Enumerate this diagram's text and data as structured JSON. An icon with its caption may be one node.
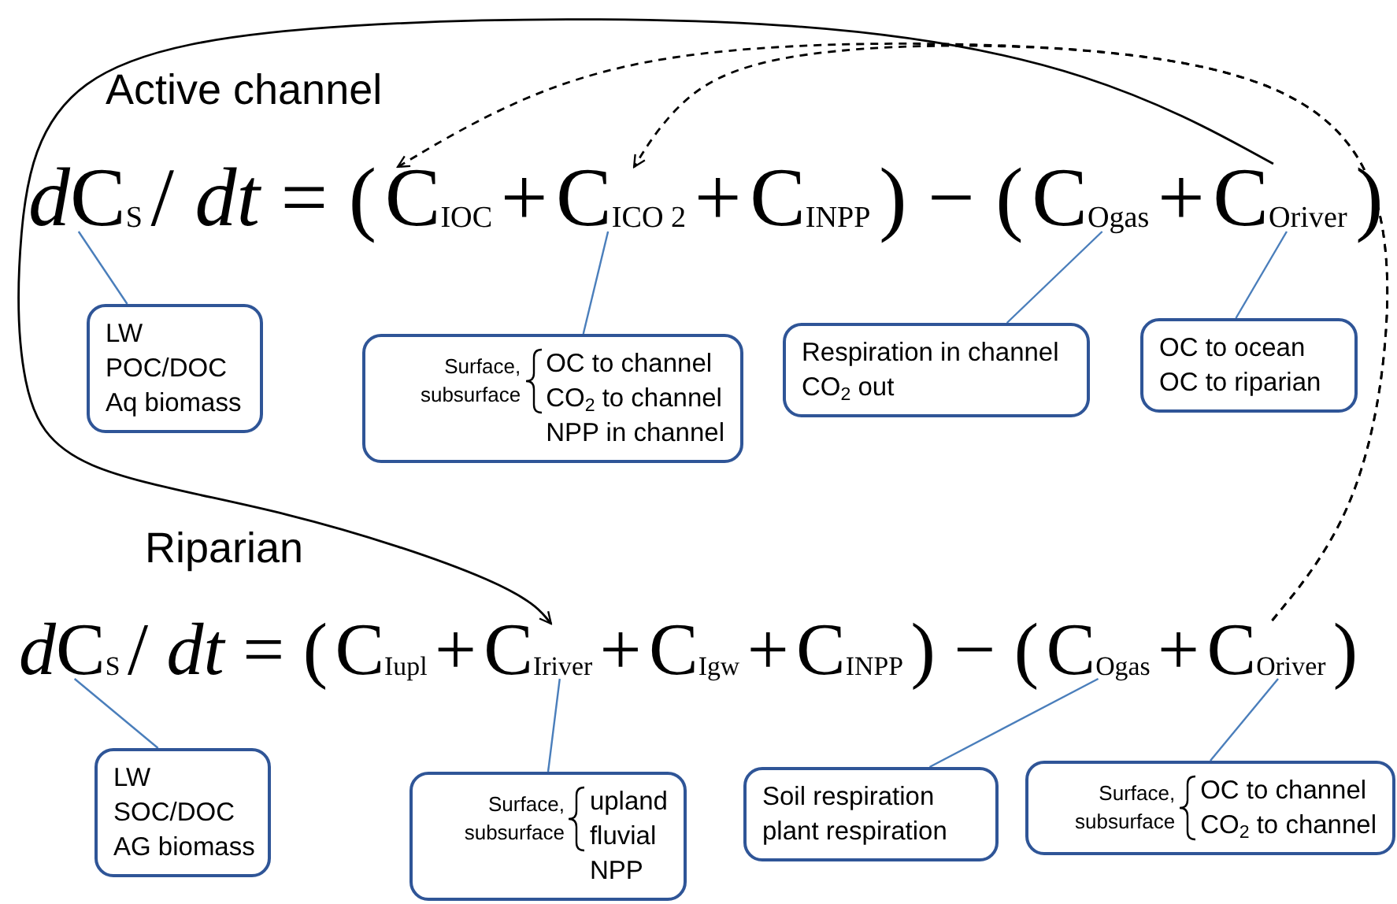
{
  "diagram": {
    "nodes": [
      {
        "text": [
          "*d*",
          "C$_{S}$"
        ]
      },
      {
        "text": [
          "C$_{IOC}$"
        ]
      },
      {
        "text": [
          "C$_{ICO 2}$"
        ]
      },
      {
        "text": [
          "C$_{INPP}$"
        ]
      },
      {
        "text": [
          "C$_{Ogas}$"
        ]
      },
      {
        "text": [
          "C$_{Oriver}$"
        ]
      },
      {
        "text": [
          "LW",
          "POC/DOC",
          "Aq biomass"
        ]
      },
      {
        "text": [
          "Surface, subsurface",
          "OC to channel",
          "CO$_{2}$ to channel",
          "NPP in channel"
        ]
      },
      {
        "text": [
          "Respiration in channel",
          "CO$_{2}$ out"
        ]
      },
      {
        "text": [
          "OC to ocean",
          "OC to riparian"
        ]
      },
      {
        "text": [
          "*d*",
          "C$_{S}$"
        ]
      },
      {
        "text": [
          "C$_{Iupl}$"
        ]
      },
      {
        "text": [
          "C$_{Iriver}$"
        ]
      },
      {
        "text": [
          "C$_{Igw}$"
        ]
      },
      {
        "text": [
          "C$_{INPP}$"
        ]
      },
      {
        "text": [
          "C$_{Ogas}$"
        ]
      },
      {
        "text": [
          "C$_{Oriver}$"
        ]
      },
      {
        "text": [
          "LW",
          "SOC/DOC",
          "AG biomass"
        ]
      },
      {
        "text": [
          "Surface, subsurface",
          "upland",
          "fluvial",
          "NPP"
        ]
      },
      {
        "text": [
          "Soil respiration",
          "plant respiration"
        ]
      },
      {
        "text": [
          "Surface, subsurface",
          "OC to channel",
          "CO$_{2}$ to channel"
        ]
      }
    ],
    "edges": [
      {
        "from": 6,
        "to": 0,
        "arrow": "none"
      },
      {
        "from": 7,
        "to": 2,
        "arrow": "none"
      },
      {
        "from": 8,
        "to": 4,
        "arrow": "none"
      },
      {
        "from": 9,
        "to": 5,
        "arrow": "none"
      },
      {
        "from": 17,
        "to": 10,
        "arrow": "none"
      },
      {
        "from": 18,
        "to": 12,
        "arrow": "none"
      },
      {
        "from": 19,
        "to": 15,
        "arrow": "none"
      },
      {
        "from": 20,
        "to": 16,
        "arrow": "none"
      },
      {
        "from": 5,
        "to": 12,
        "arrow": "to",
        "color": "#000000"
      },
      {
        "from": 16,
        "to": 1,
        "arrow": "to",
        "style": "dashed",
        "color": "#000000"
      },
      {
        "from": 16,
        "to": 2,
        "arrow": "to",
        "style": "dashed",
        "color": "#000000"
      }
    ],
    "labels": [
      "Active channel",
      "/ *dt* = (",
      "+",
      "+",
      ") − (",
      "+",
      ")",
      "Riparian",
      "/ *dt* = (",
      "+",
      "+",
      "+",
      ") − (",
      "+",
      ")"
    ]
  }
}
